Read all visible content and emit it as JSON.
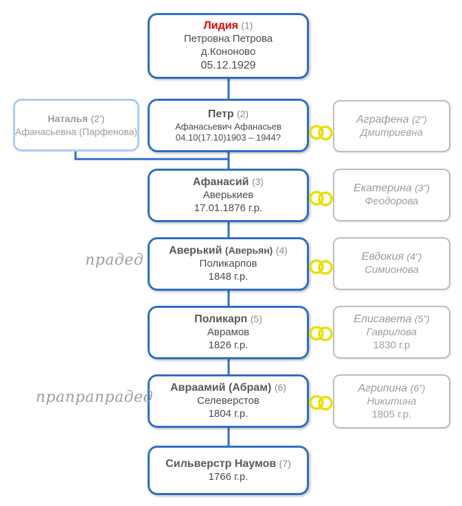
{
  "colors": {
    "main_border": "#2d6ec3",
    "alt_border": "#a9cdf0",
    "spouse_border": "#bdbdbd",
    "ring_gold": "#e8e000",
    "highlight_name": "#e00000"
  },
  "people": {
    "p1": {
      "name": "Лидия",
      "num": "(1)",
      "line1": "Петровна Петрова",
      "line2": "д.Кононово",
      "line3": "05.12.1929"
    },
    "p2": {
      "name": "Петр",
      "num": "(2)",
      "line1": "Афанасьевич Афанасьев",
      "line2": "04.10(17.10)1903 – 1944?"
    },
    "p3": {
      "name": "Афанасий",
      "num": "(3)",
      "line1": "Аверькиев",
      "line2": "17.01.1876 г.р."
    },
    "p4": {
      "name": "Аверький",
      "alt": "(Аверьян)",
      "num": "(4)",
      "line1": "Поликарпов",
      "line2": "1848 г.р."
    },
    "p5": {
      "name": "Поликарп",
      "num": "(5)",
      "line1": "Аврамов",
      "line2": "1826 г.р."
    },
    "p6": {
      "name": "Авраамий (Абрам)",
      "num": "(6)",
      "line1": "Селеверстов",
      "line2": "1804 г.р."
    },
    "p7": {
      "name": "Сильверстр Наумов",
      "num": "(7)",
      "line1": "1766 г.р."
    }
  },
  "second_wife": {
    "name": "Наталья",
    "num": "(2’)",
    "line1": "Афанасьевна (Парфенова)"
  },
  "spouses": {
    "s2": {
      "name": "Аграфена",
      "num": "(2”)",
      "line1": "Дмитриевна"
    },
    "s3": {
      "name": "Екатерина",
      "num": "(3”)",
      "line1": "Феодорова"
    },
    "s4": {
      "name": "Евдокия",
      "num": "(4”)",
      "line1": "Симионова"
    },
    "s5": {
      "name": "Елисавета",
      "num": "(5”)",
      "line1": "Гаврилова",
      "line2": "1830 г.р"
    },
    "s6": {
      "name": "Агрипина",
      "num": "(6”)",
      "line1": "Никитина",
      "line2": "1805 г.р."
    }
  },
  "labels": {
    "great_grandfather": "прадед",
    "great3_grandfather": "прапрапрадед"
  }
}
